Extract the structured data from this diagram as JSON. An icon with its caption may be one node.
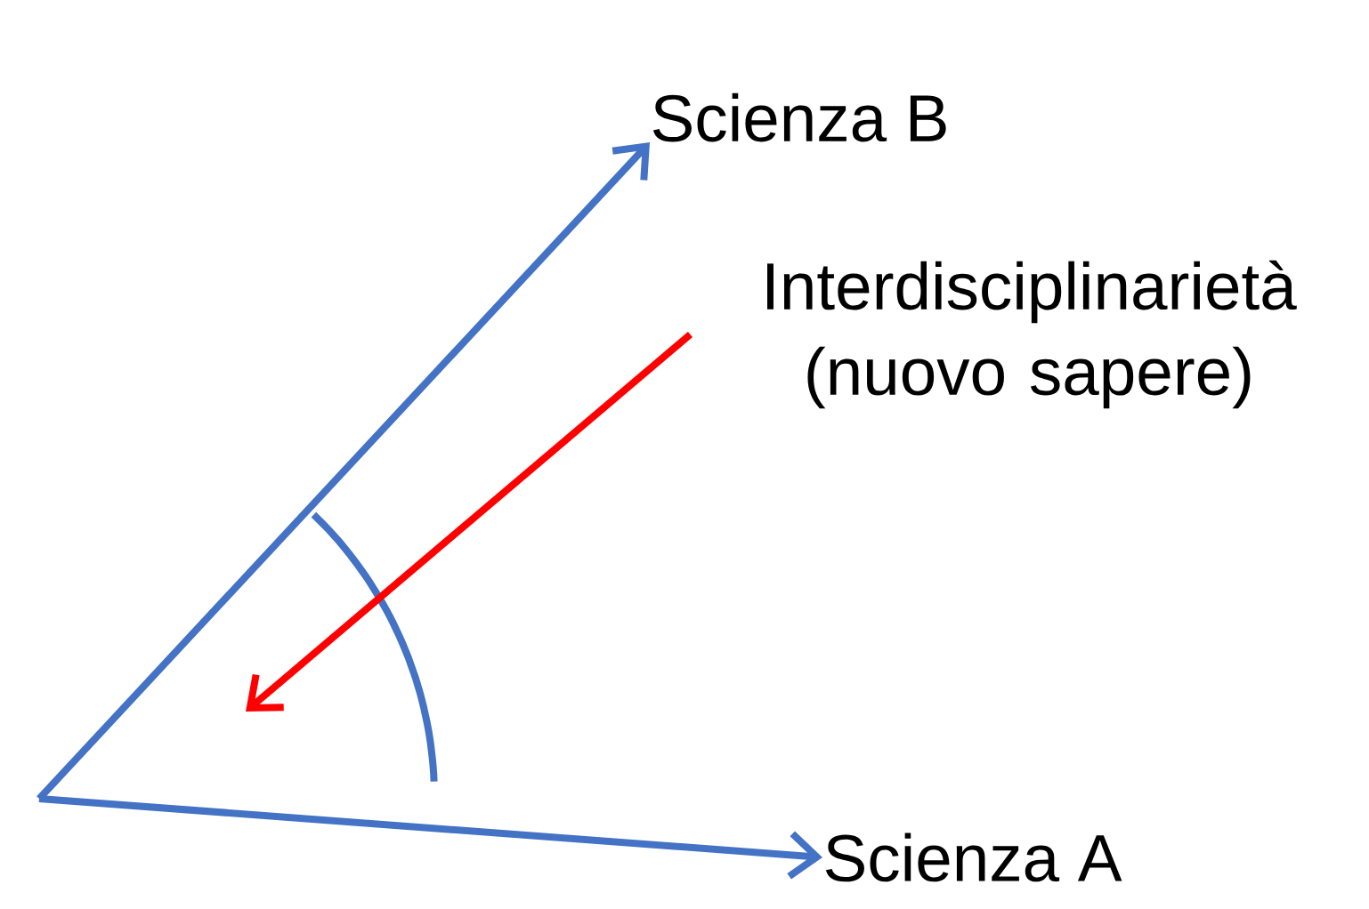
{
  "diagram": {
    "nodes": [
      {
        "text": [
          "Scienza B"
        ]
      },
      {
        "text": [
          "Interdisciplinarietà (nuovo sapere)"
        ]
      },
      {
        "text": [
          "Scienza A"
        ]
      }
    ],
    "edges": [
      {
        "from": null,
        "to": 0,
        "arrow": "to"
      },
      {
        "from": 1,
        "to": null,
        "arrow": "to",
        "color": "#ff0000"
      },
      {
        "from": null,
        "to": 2,
        "arrow": "to"
      }
    ]
  }
}
